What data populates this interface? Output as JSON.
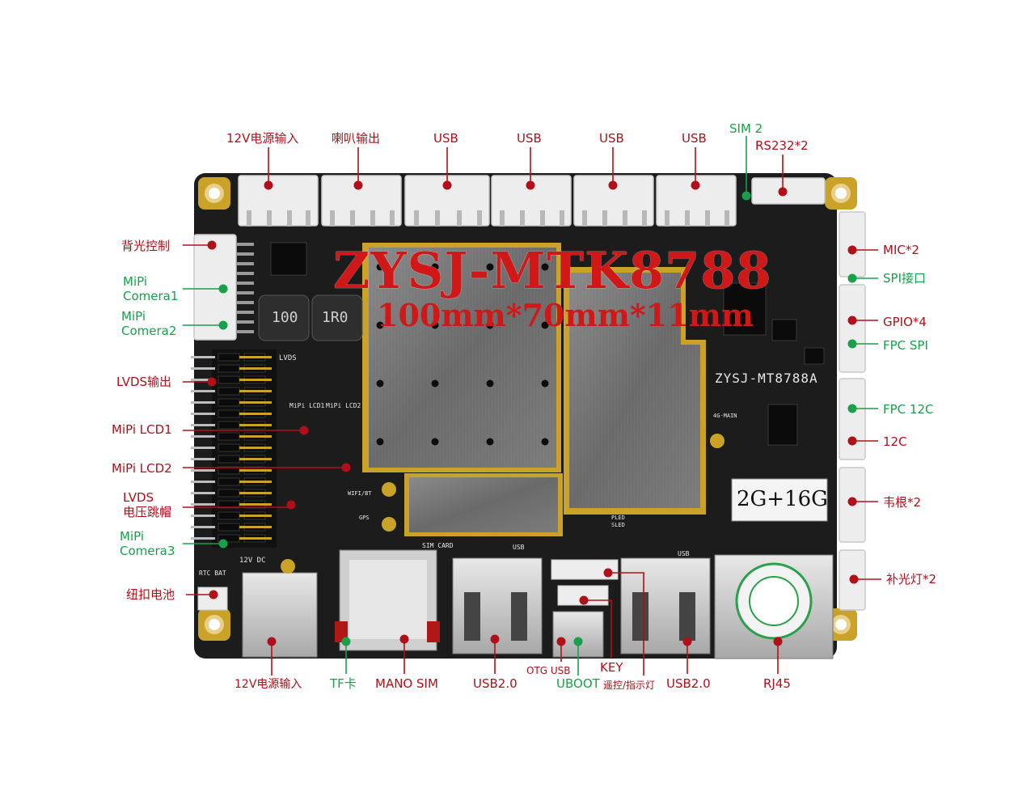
{
  "title": {
    "main": "ZYSJ-MTK8788",
    "dimensions": "100mm*70mm*11mm"
  },
  "board_silkscreen": {
    "model": "ZYSJ-MT8788A",
    "memory_label": "2G+16G",
    "lvds": "LVDS",
    "mipi_lcd1": "MiPi LCD1",
    "mipi_lcd2": "MiPi LCD2",
    "inductor_1": "100",
    "inductor_2": "1R0",
    "rtc_bat": "RTC BAT",
    "dc_12v": "12V DC",
    "sim_card": "SIM CARD",
    "usb_a": "USB",
    "usb_b": "USB",
    "wifi_bt": "WIFI/BT",
    "gps": "GPS",
    "main_4g": "4G-MAIN",
    "pled_sled": "PLED SLED"
  },
  "colors": {
    "red_label": "#b0101a",
    "green_label": "#18a04a",
    "title_red": "#d01818",
    "pcb": "#1c1c1c",
    "gold": "#c9a227"
  },
  "labels": {
    "top_power_in": "12V电源输入",
    "top_speaker": "喇叭输出",
    "top_usb1": "USB",
    "top_usb2": "USB",
    "top_usb3": "USB",
    "top_usb4": "USB",
    "sim2": "SIM 2",
    "rs232": "RS232*2",
    "backlight": "背光控制",
    "mipi_camera1": "MiPi\nComera1",
    "mipi_camera2": "MiPi\nComera2",
    "lvds_out": "LVDS输出",
    "mipi_lcd1": "MiPi LCD1",
    "mipi_lcd2": "MiPi LCD2",
    "lvds_jumper": "LVDS\n电压跳帽",
    "mipi_camera3": "MiPi\nComera3",
    "coin_battery": "纽扣电池",
    "mic": "MIC*2",
    "spi": "SPI接口",
    "gpio": "GPIO*4",
    "fpc_spi": "FPC SPI",
    "fpc_i2c": "FPC 12C",
    "i2c": "12C",
    "wiegand": "韦根*2",
    "fill_light": "补光灯*2",
    "bottom_power_in": "12V电源输入",
    "tf_card": "TF卡",
    "nano_sim": "MANO SIM",
    "usb20_left": "USB2.0",
    "otg_usb": "OTG USB",
    "key": "KEY",
    "uboot": "UBOOT",
    "remote_indicator": "遥控/指示灯",
    "usb20_right": "USB2.0",
    "rj45": "RJ45"
  }
}
